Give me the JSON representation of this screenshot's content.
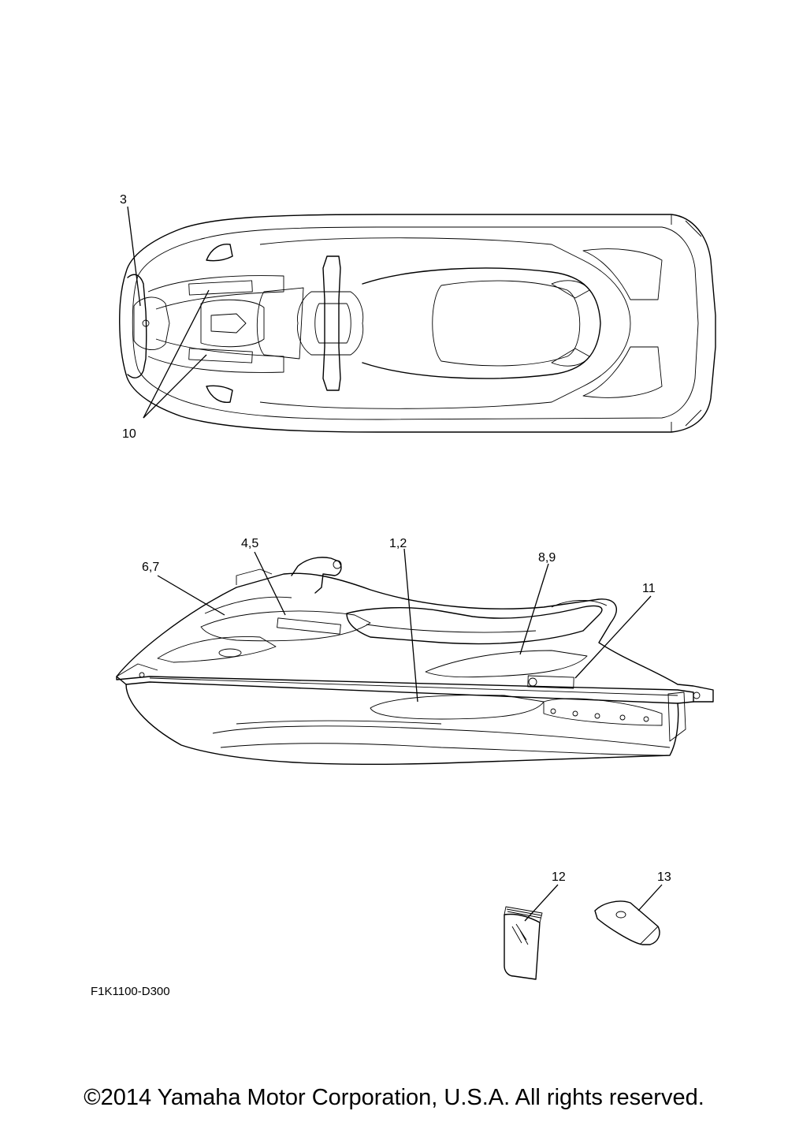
{
  "callouts": {
    "c3": "3",
    "c10": "10",
    "c45": "4,5",
    "c12": "1,2",
    "c67": "6,7",
    "c89": "8,9",
    "c11": "11",
    "c12b": "12",
    "c13": "13"
  },
  "diagram_code": "F1K1100-D300",
  "copyright": "©2014 Yamaha Motor Corporation, U.S.A. All rights reserved."
}
